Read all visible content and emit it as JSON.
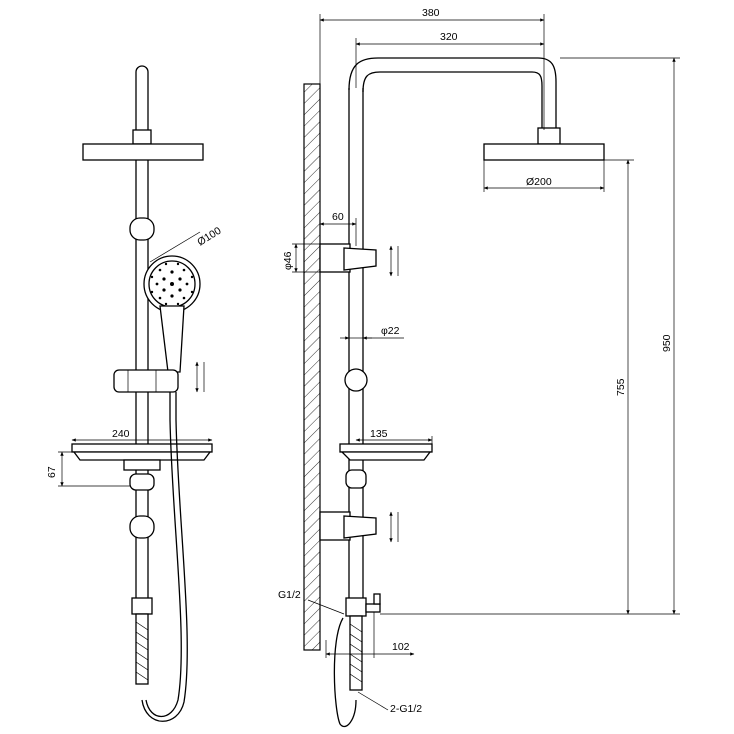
{
  "drawing": {
    "dimensions": {
      "bar_length_outer": "380",
      "bar_length_inner": "320",
      "head_diameter": "Ø200",
      "total_height": "950",
      "height_to_head": "755",
      "wall_offset": "60",
      "bracket_diameter": "φ46",
      "pipe_diameter": "φ22",
      "handshower_diameter": "Ø100",
      "shelf_width": "240",
      "shelf_depth": "135",
      "shelf_height": "67",
      "inlet_offset": "102"
    },
    "labels": {
      "inlet_thread": "G1/2",
      "hose_threads": "2-G1/2"
    }
  }
}
